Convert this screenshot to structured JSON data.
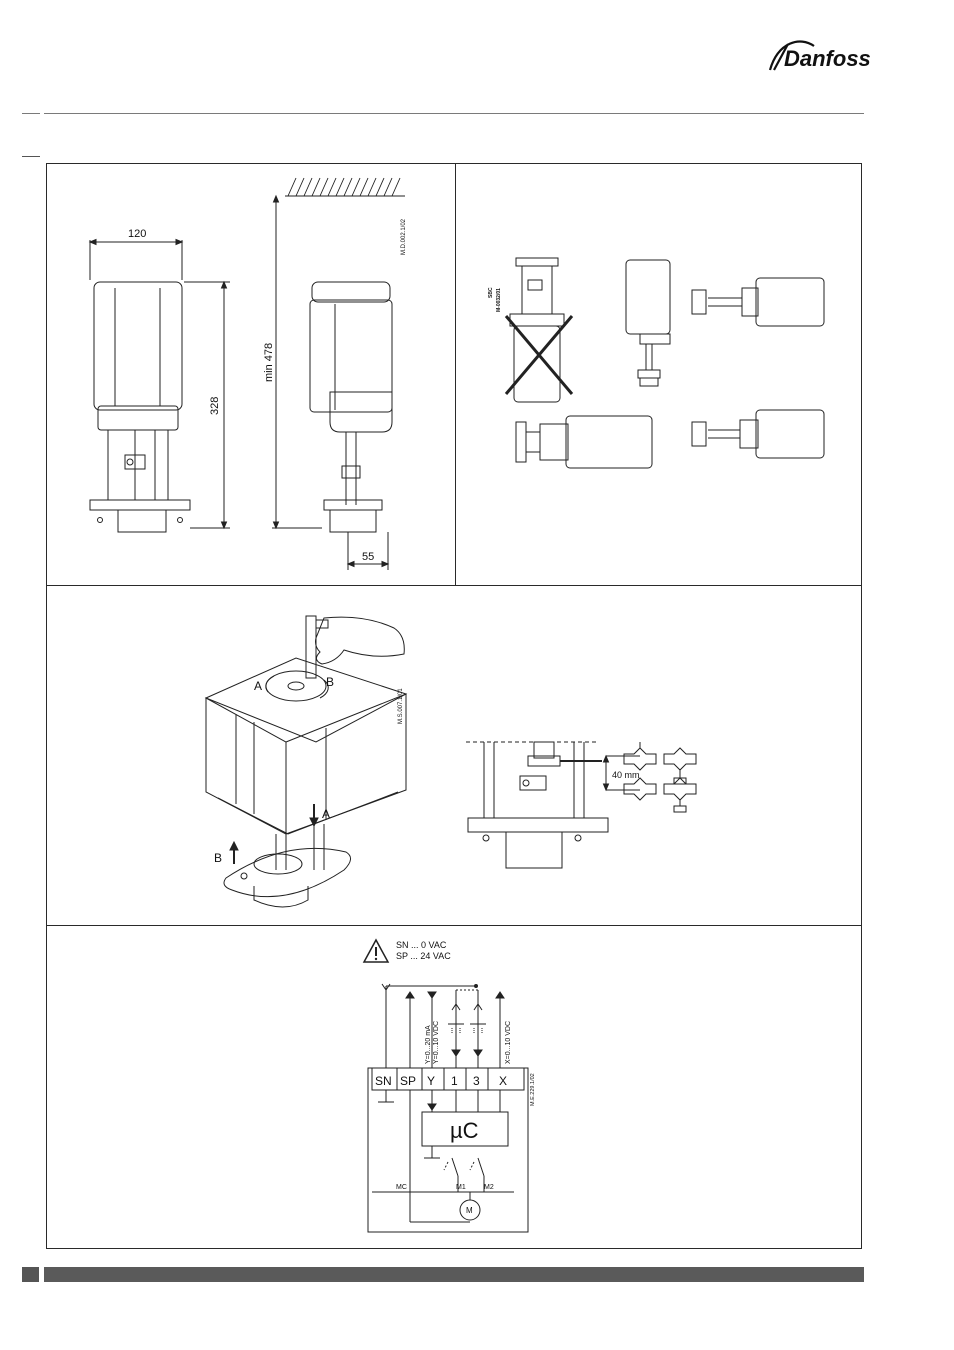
{
  "brand": {
    "logo_text": "Danfoss"
  },
  "dimensions_drawing": {
    "width_label": "120",
    "height_label": "328",
    "clearance_label": "min 478",
    "offset_label": "55",
    "ref_code": "M.D.002.1/02"
  },
  "positions_drawing": {
    "ref_code_line1": "SBC",
    "ref_code_line2": "M-0032/01"
  },
  "manual_drawing": {
    "arrow_a_label": "A",
    "arrow_b_label": "B",
    "stem_a_label": "A",
    "stem_b_label": "B",
    "ref_code": "M.S.007.1/01"
  },
  "stroke_drawing": {
    "distance_label": "40 mm"
  },
  "wiring": {
    "legend_line1": "SN ... 0 VAC",
    "legend_line2": "SP ... 24 VAC",
    "terminals": [
      "SN",
      "SP",
      "Y",
      "1",
      "3",
      "X"
    ],
    "input_signal_1": "Y=0...20 mA",
    "input_signal_2": "Y=0...10 VDC",
    "output_signal": "X=0...10 VDC",
    "controller_label": "µC",
    "node_mc": "MC",
    "node_m1": "M1",
    "node_m2": "M2",
    "motor_label": "M",
    "ref_code": "M.E.229.1/02"
  }
}
